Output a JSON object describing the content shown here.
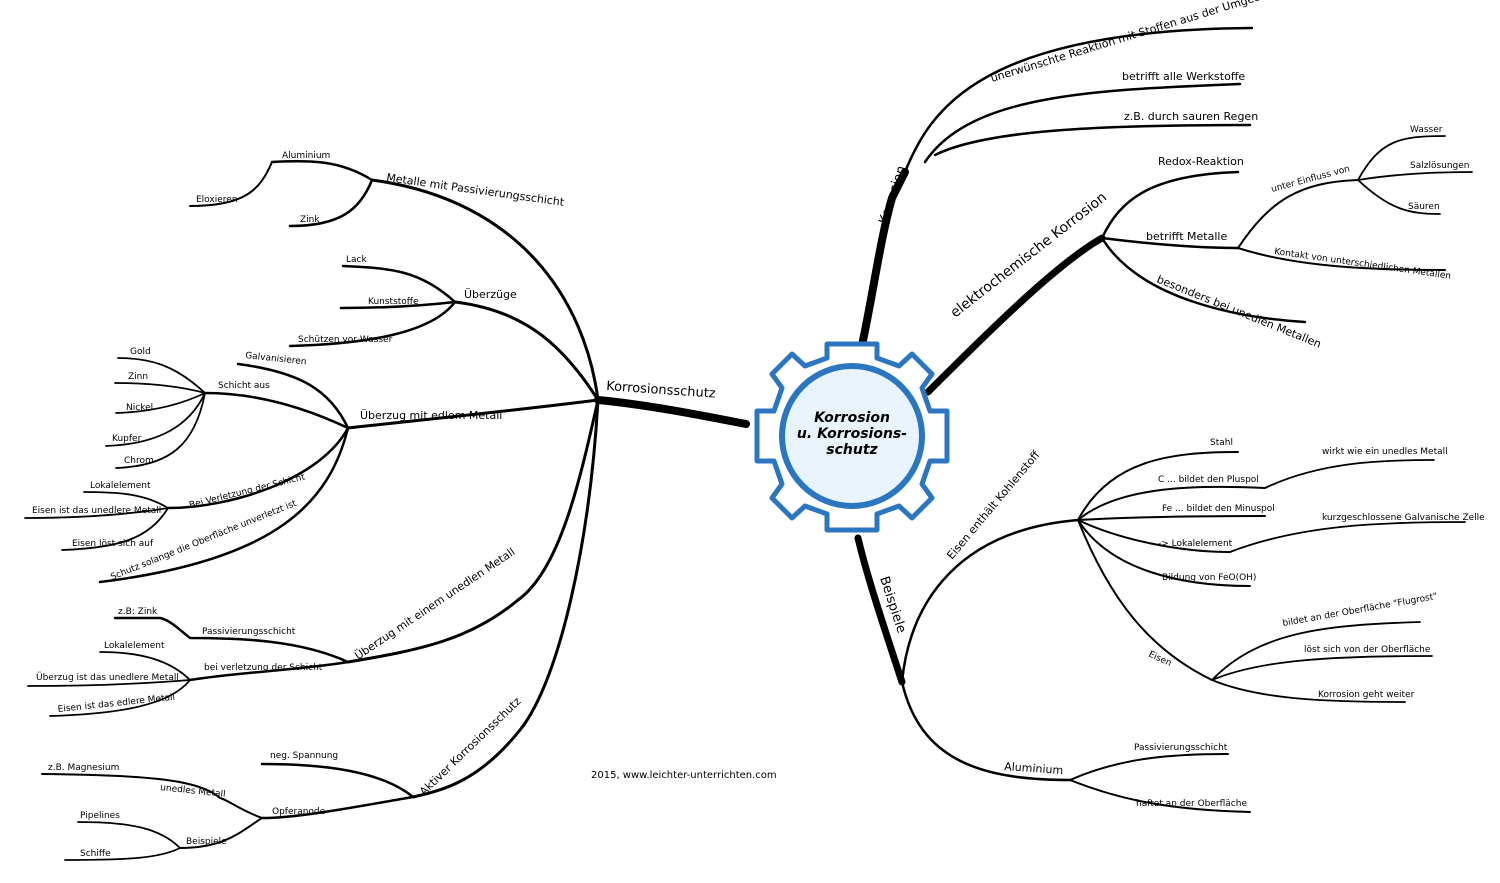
{
  "center": {
    "line1": "Korrosion",
    "line2": "u. Korrosions-",
    "line3": "schutz",
    "gear_color": "#2b76c0",
    "fill_color": "#e9f3fc"
  },
  "credit": "2015, www.leichter-unterrichten.com",
  "korrosion": {
    "label": "Korrosion",
    "c1": "unerwünschte Reaktion mit Stoffen aus der Umgebung",
    "c2": "betrifft alle Werkstoffe",
    "c3": "z.B. durch sauren Regen"
  },
  "elektro": {
    "label": "elektrochemische Korrosion",
    "redox": "Redox-Reaktion",
    "metalle": "betrifft Metalle",
    "einfluss": "unter Einfluss von",
    "wasser": "Wasser",
    "salz": "Salzlösungen",
    "saeuren": "Säuren",
    "kontakt": "Kontakt von unterschiedlichen Metallen",
    "unedel": "besonders bei unedlen Metallen"
  },
  "beispiele": {
    "label": "Beispiele",
    "eisen_k": "Eisen enthält Kohlenstoff",
    "stahl": "Stahl",
    "c_plus": "C ... bildet den Pluspol",
    "wirkt": "wirkt wie ein unedles Metall",
    "fe_minus": "Fe ... bildet den Minuspol",
    "lokal": "-> Lokalelement",
    "kurz": "kurzgeschlossene Galvanische Zelle",
    "feooh": "Bildung von FeO(OH)",
    "eisen": "Eisen",
    "flug": "bildet an der Oberfläche \"Flugrost\"",
    "loest": "löst sich von der Oberfläche",
    "weiter": "Korrosion geht weiter",
    "alu": "Aluminium",
    "pass": "Passivierungsschicht",
    "haftet": "haftet an der Oberfläche"
  },
  "schutz": {
    "label": "Korrosionsschutz",
    "passiv": {
      "label": "Metalle mit Passivierungsschicht",
      "alu": "Aluminium",
      "eloxieren": "Eloxieren",
      "zink": "Zink"
    },
    "ueberzuege": {
      "label": "Überzüge",
      "lack": "Lack",
      "kunst": "Kunststoffe",
      "wasser": "Schützen vor Wasser"
    },
    "edel": {
      "label": "Überzug mit edlem Metall",
      "galv": "Galvanisieren",
      "schicht": "Schicht aus",
      "gold": "Gold",
      "zinn": "Zinn",
      "nickel": "Nickel",
      "kupfer": "Kupfer",
      "chrom": "Chrom",
      "verl": "Bei Verletzung der Schicht",
      "lokal": "Lokalelement",
      "unedler": "Eisen ist das unedlere Metall",
      "loest": "Eisen löst sich auf",
      "solange": "Schutz solange die Oberfläche unverletzt ist"
    },
    "unedel": {
      "label": "Überzug mit einem unedlen Metall",
      "pass": "Passivierungsschicht",
      "zink": "z.B: Zink",
      "verl": "bei verletzung der Schicht",
      "lokal": "Lokalelement",
      "ueberzug": "Überzug ist das unedlere Metall",
      "edlere": "Eisen ist das edlere Metall"
    },
    "aktiv": {
      "label": "Aktiver Korrosionsschutz",
      "neg": "neg. Spannung",
      "opfer": "Opferanode",
      "unedles": "unedles Metall",
      "mag": "z.B. Magnesium",
      "beisp": "Beispiele",
      "pipe": "Pipelines",
      "schiffe": "Schiffe"
    }
  }
}
